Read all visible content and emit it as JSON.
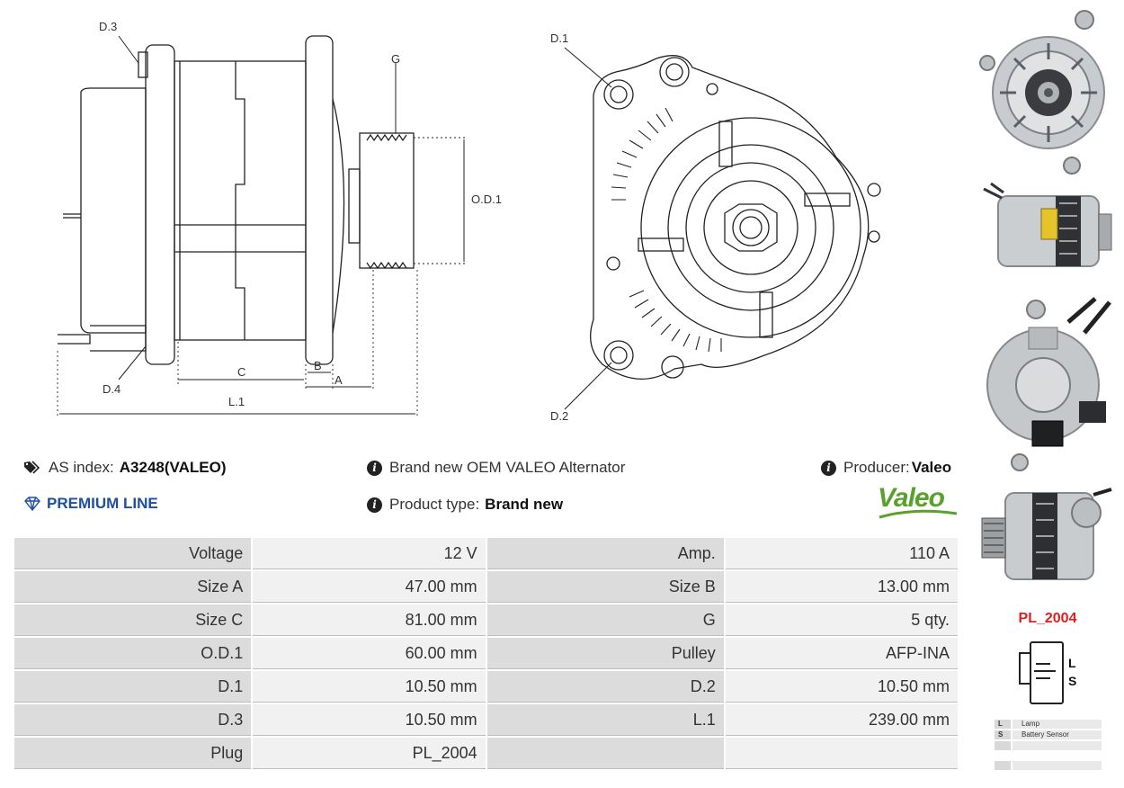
{
  "diagram": {
    "side_labels": {
      "d3": "D.3",
      "g": "G",
      "od1": "O.D.1",
      "c": "C",
      "b": "B",
      "a": "A",
      "l1": "L.1",
      "d4": "D.4"
    },
    "front_labels": {
      "d1": "D.1",
      "d2": "D.2"
    }
  },
  "info": {
    "as_index_label": "AS index:",
    "as_index_value": "A3248(VALEO)",
    "premium": "PREMIUM LINE",
    "description": "Brand new OEM VALEO Alternator",
    "product_type_label": "Product type:",
    "product_type_value": "Brand new",
    "producer_label": "Producer:",
    "producer_value": "Valeo",
    "logo_text": "Valeo"
  },
  "specs": [
    {
      "l1": "Voltage",
      "v1": "12 V",
      "l2": "Amp.",
      "v2": "110 A"
    },
    {
      "l1": "Size A",
      "v1": "47.00 mm",
      "l2": "Size B",
      "v2": "13.00 mm"
    },
    {
      "l1": "Size C",
      "v1": "81.00 mm",
      "l2": "G",
      "v2": "5 qty."
    },
    {
      "l1": "O.D.1",
      "v1": "60.00 mm",
      "l2": "Pulley",
      "v2": "AFP-INA"
    },
    {
      "l1": "D.1",
      "v1": "10.50 mm",
      "l2": "D.2",
      "v2": "10.50 mm"
    },
    {
      "l1": "D.3",
      "v1": "10.50 mm",
      "l2": "L.1",
      "v2": "239.00 mm"
    },
    {
      "l1": "Plug",
      "v1": "PL_2004",
      "l2": "",
      "v2": ""
    }
  ],
  "plug": {
    "name": "PL_2004",
    "pins": [
      "L",
      "S"
    ],
    "legend": [
      {
        "key": "L",
        "value": "Lamp"
      },
      {
        "key": "S",
        "value": "Battery Sensor"
      },
      {
        "key": "",
        "value": ""
      },
      {
        "key": "",
        "value": ""
      }
    ]
  },
  "colors": {
    "premium": "#1f4fa0",
    "plug_name": "#e01e1e",
    "logo_green": "#5aa02c"
  }
}
